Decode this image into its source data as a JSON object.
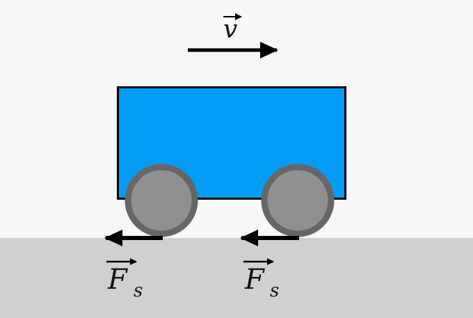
{
  "labels": {
    "velocity": "v",
    "friction_left": "F",
    "friction_left_sub": "s",
    "friction_right": "F",
    "friction_right_sub": "s"
  },
  "colors": {
    "background": "#f7f7f7",
    "ground": "#d0d0d0",
    "cart_body": "#039cf5",
    "wheel_fill": "#909090",
    "wheel_rim": "#666666",
    "arrow": "#000000"
  }
}
